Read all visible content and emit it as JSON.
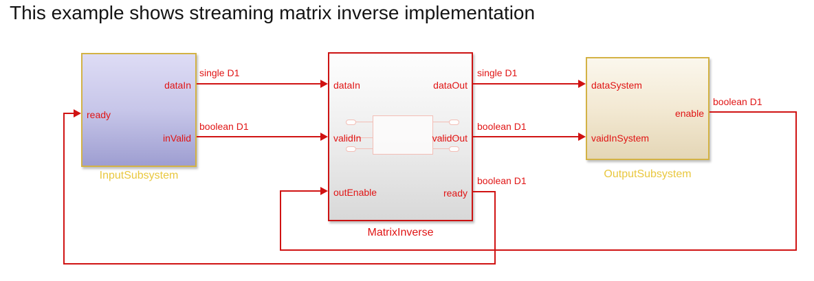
{
  "title": "This example shows streaming matrix inverse implementation",
  "colors": {
    "signal_red": "#d01212",
    "port_text_red": "#e01414",
    "subsystem_border_gold": "#d3b244",
    "subsystem_label_gold": "#e9c73e",
    "input_block_fill_top": "#dedcf5",
    "input_block_fill_bottom": "#9e9ed1",
    "matrix_block_fill_top": "#fefefe",
    "matrix_block_fill_bottom": "#d8d8d8",
    "output_block_fill_top": "#fbf7ed",
    "output_block_fill_bottom": "#e4d6b6"
  },
  "blocks": {
    "input": {
      "name": "InputSubsystem",
      "ports": {
        "ready": "ready",
        "dataIn": "dataIn",
        "inValid": "inValid"
      }
    },
    "matrix": {
      "name": "MatrixInverse",
      "ports": {
        "dataIn": "dataIn",
        "validIn": "validIn",
        "outEnable": "outEnable",
        "dataOut": "dataOut",
        "validOut": "validOut",
        "ready": "ready"
      }
    },
    "output": {
      "name": "OutputSubsystem",
      "ports": {
        "dataSystem": "dataSystem",
        "vaidInSystem": "vaidInSystem",
        "enable": "enable"
      }
    }
  },
  "signals": {
    "dataIn": {
      "label": "single D1"
    },
    "inValid": {
      "label": "boolean D1"
    },
    "dataOut": {
      "label": "single D1"
    },
    "validOut": {
      "label": "boolean D1"
    },
    "ready_feedback": {
      "label": "boolean D1"
    },
    "enable_feedback": {
      "label": "boolean D1"
    }
  }
}
